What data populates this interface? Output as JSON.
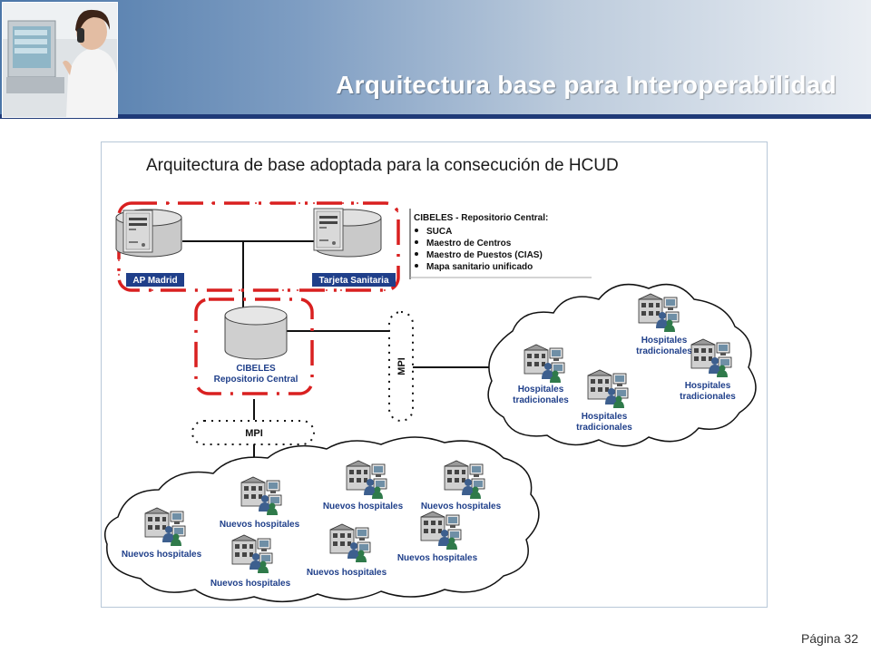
{
  "slide": {
    "title": "Arquitectura base para Interoperabilidad",
    "page_label": "Página 32"
  },
  "colors": {
    "accent_line": "#1f3a78",
    "dashed_group": "#d92020"
  },
  "diagram": {
    "caption": "Arquitectura de base adoptada para la consecución de HCUD",
    "servers": {
      "ap_madrid": "AP Madrid",
      "tarjeta_sanitaria": "Tarjeta Sanitaria"
    },
    "repository": {
      "line1": "CIBELES",
      "line2": "Repositorio Central"
    },
    "central_repo_box": {
      "title": "CIBELES - Repositorio Central:",
      "items": [
        "SUCA",
        "Maestro de Centros",
        "Maestro de Puestos (CIAS)",
        "Mapa sanitario unificado"
      ]
    },
    "mpi_label": "MPI",
    "traditional_hospital": {
      "line1": "Hospitales",
      "line2": "tradicionales"
    },
    "new_hospital_label": "Nuevos hospitales"
  }
}
